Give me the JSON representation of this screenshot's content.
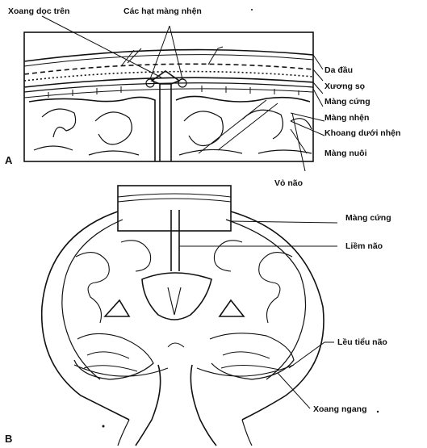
{
  "panel_a": {
    "letter": "A",
    "top_labels": {
      "superior_sagittal_sinus": "Xoang dọc trên",
      "arachnoid_granulations": "Các hạt màng nhện"
    },
    "side_labels": {
      "scalp": "Da đầu",
      "skull": "Xương sọ",
      "dura": "Màng cứng",
      "arachnoid": "Màng nhện",
      "subarachnoid_space": "Khoang dưới nhện",
      "pia": "Màng nuôi"
    },
    "bottom_label": "Vỏ não"
  },
  "panel_b": {
    "letter": "B",
    "labels": {
      "dura": "Màng cứng",
      "falx_cerebri": "Liềm não",
      "tentorium": "Lều tiểu não",
      "transverse_sinus": "Xoang ngang"
    }
  }
}
